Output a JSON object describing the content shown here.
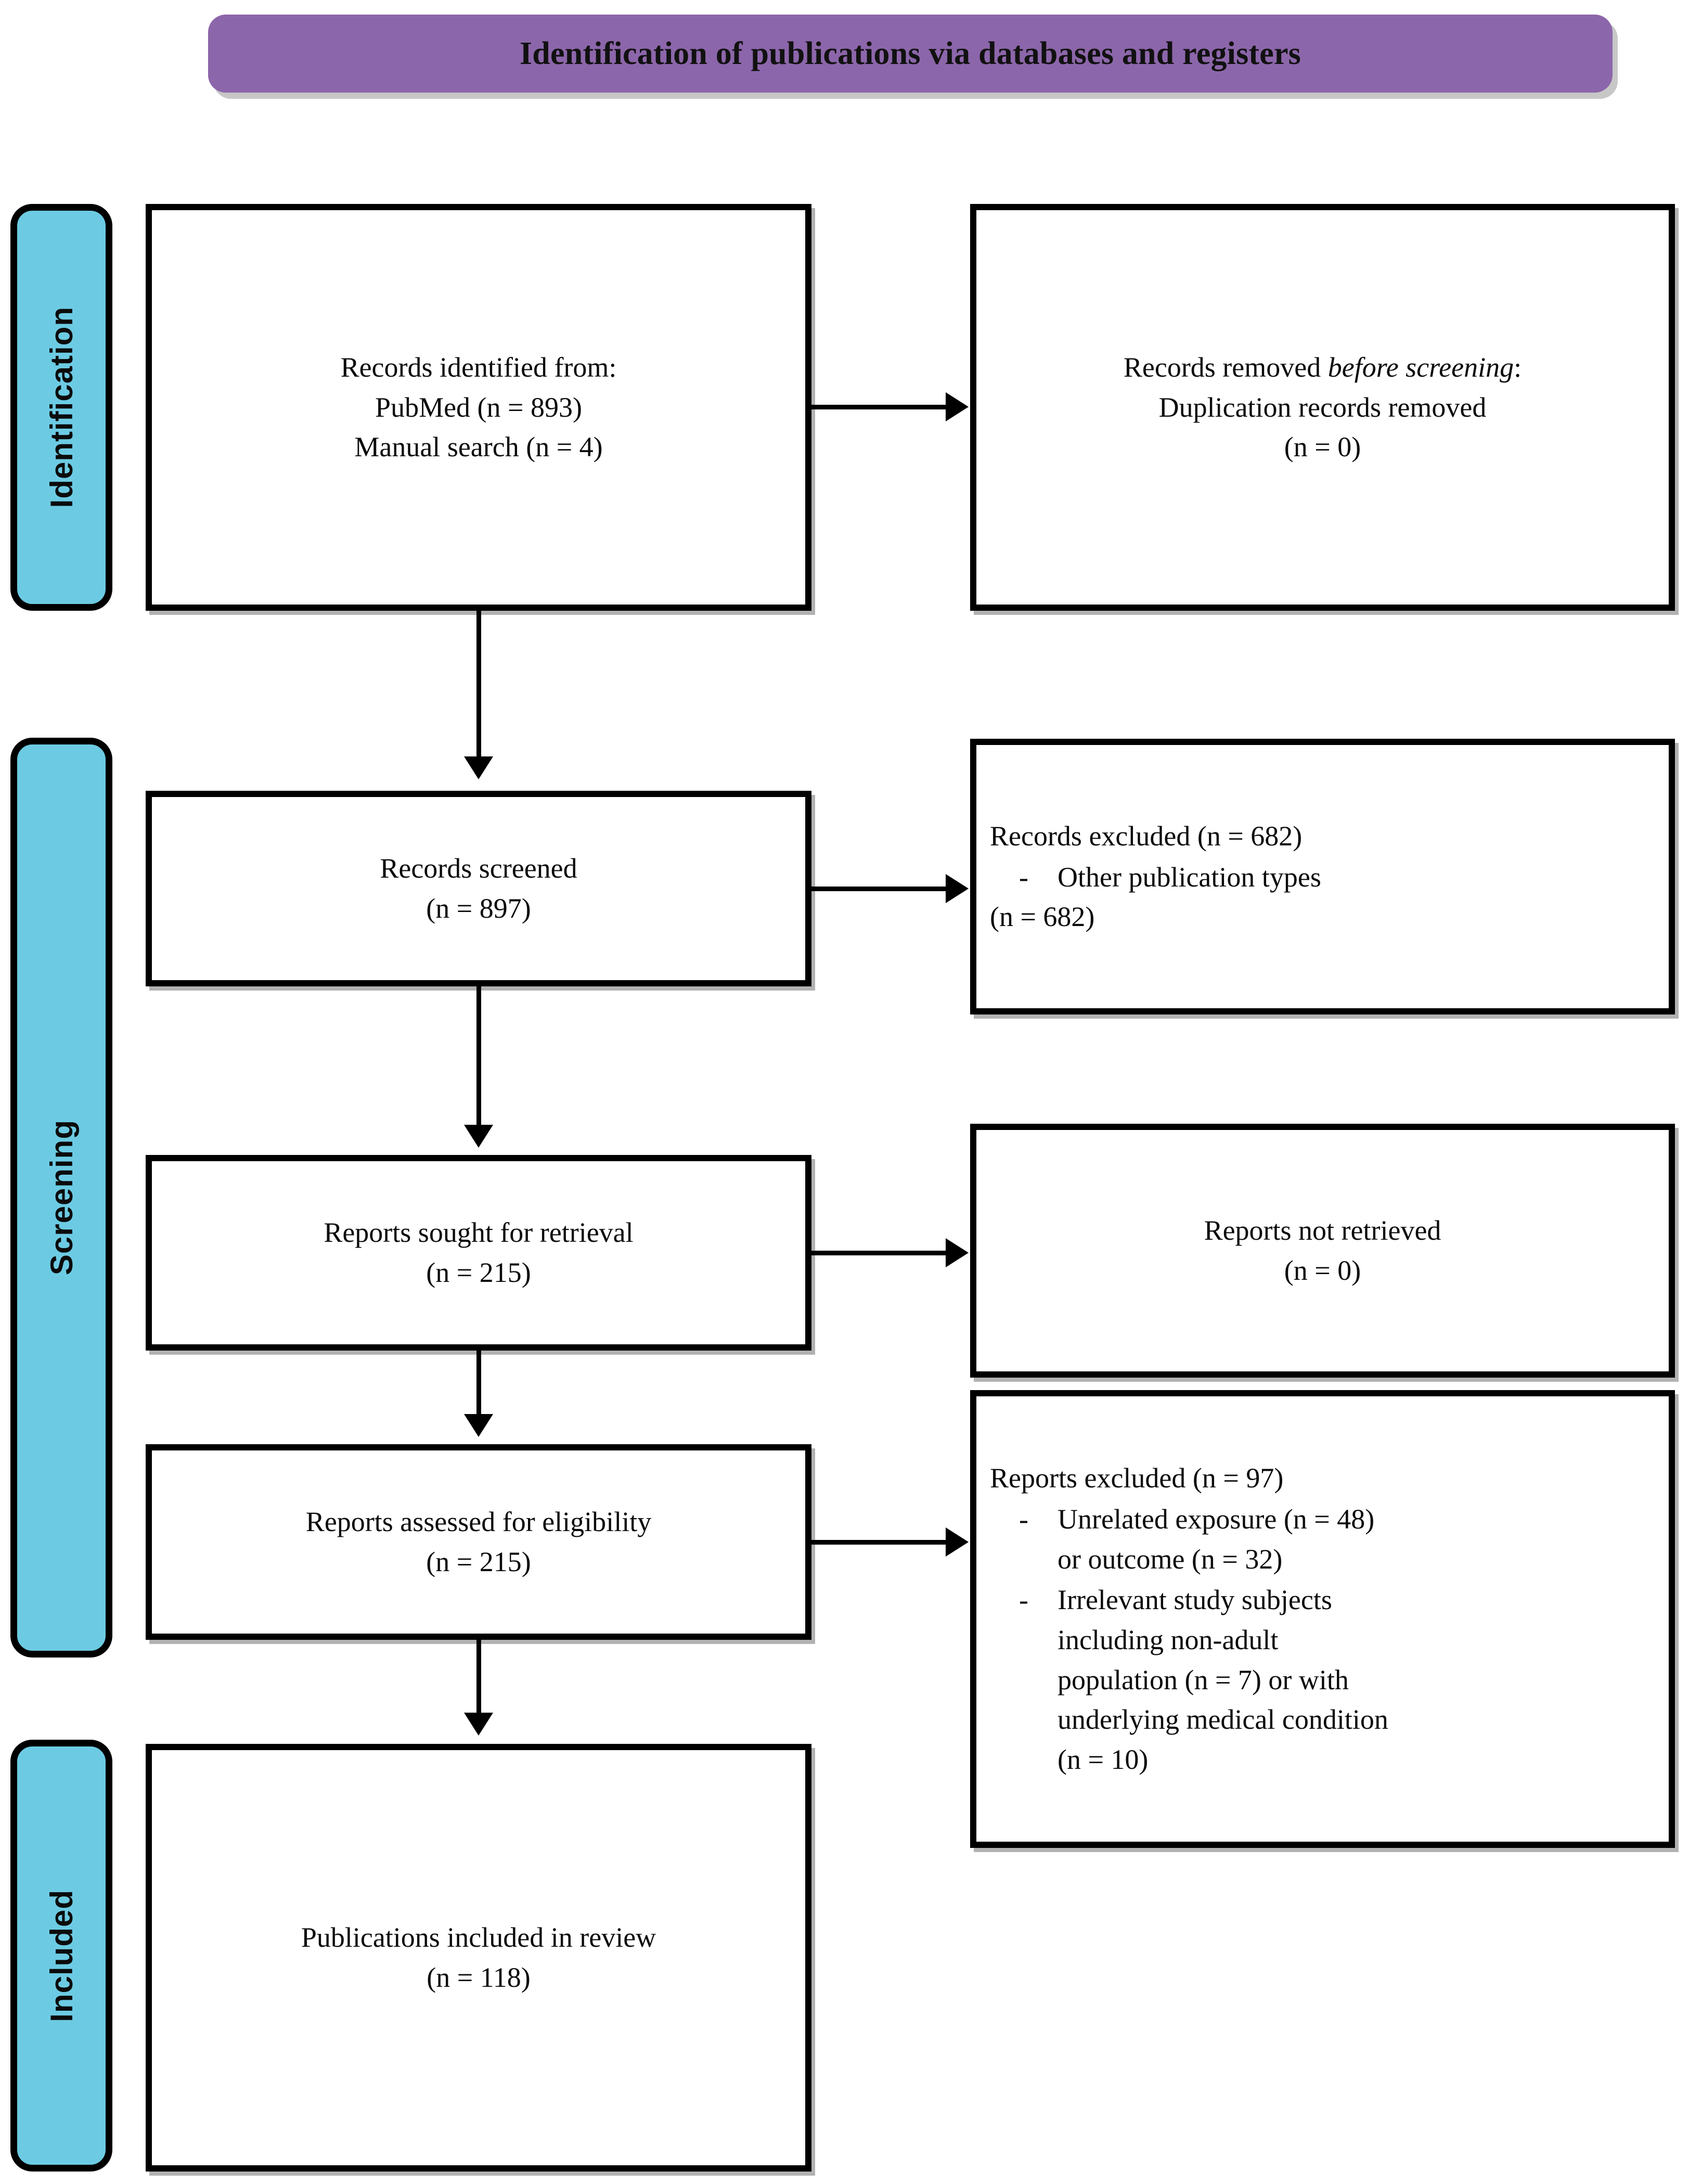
{
  "header": {
    "title": "Identification of publications via databases and registers",
    "banner_color": "#8c66aa"
  },
  "stages": {
    "accent_color": "#6ccbe3",
    "items": [
      {
        "id": "identification",
        "label": "Identification"
      },
      {
        "id": "screening",
        "label": "Screening"
      },
      {
        "id": "included",
        "label": "Included"
      }
    ]
  },
  "boxes": {
    "records_identified": {
      "line1": "Records identified from:",
      "line2": "PubMed (n = 893)",
      "line3": "Manual search (n = 4)"
    },
    "records_removed": {
      "line1_a": "Records removed ",
      "line1_b": "before screening",
      "line1_c": ":",
      "line2": "Duplication records removed",
      "line3": "(n = 0)"
    },
    "records_screened": {
      "line1": "Records screened",
      "line2": "(n = 897)"
    },
    "records_excluded": {
      "heading": "Records excluded (n = 682)",
      "bullet_mark": "-",
      "bullet1": "Other publication types",
      "bullet1_count": "(n = 682)"
    },
    "reports_sought": {
      "line1": "Reports sought for retrieval",
      "line2": "(n = 215)"
    },
    "reports_not_retrieved": {
      "line1": "Reports not retrieved",
      "line2": "(n = 0)"
    },
    "reports_assessed": {
      "line1": "Reports assessed for eligibility",
      "line2": "(n = 215)"
    },
    "reports_excluded": {
      "heading": "Reports excluded (n = 97)",
      "bullet_mark": "-",
      "bullet1_line1": "Unrelated exposure (n = 48)",
      "bullet1_line2": "or outcome (n = 32)",
      "bullet2_line1": "Irrelevant study subjects",
      "bullet2_line2": "including non-adult",
      "bullet2_line3": "population (n = 7) or with",
      "bullet2_line4": "underlying medical condition",
      "bullet2_line5": "(n = 10)"
    },
    "publications_included": {
      "line1": "Publications included in review",
      "line2": "(n = 118)"
    }
  },
  "chart_data": {
    "type": "diagram",
    "title": "Identification of publications via databases and registers",
    "nodes": [
      {
        "stage": "Identification",
        "label": "Records identified from: PubMed (n = 893); Manual search (n = 4)",
        "n": 897
      },
      {
        "stage": "Identification",
        "label": "Records removed before screening: Duplication records removed (n = 0)",
        "n": 0
      },
      {
        "stage": "Screening",
        "label": "Records screened",
        "n": 897
      },
      {
        "stage": "Screening",
        "label": "Records excluded - Other publication types",
        "n": 682
      },
      {
        "stage": "Screening",
        "label": "Reports sought for retrieval",
        "n": 215
      },
      {
        "stage": "Screening",
        "label": "Reports not retrieved",
        "n": 0
      },
      {
        "stage": "Screening",
        "label": "Reports assessed for eligibility",
        "n": 215
      },
      {
        "stage": "Screening",
        "label": "Reports excluded",
        "n": 97
      },
      {
        "stage": "Included",
        "label": "Publications included in review",
        "n": 118
      }
    ],
    "exclusion_breakdown": [
      {
        "reason": "Other publication types",
        "n": 682
      },
      {
        "reason": "Unrelated exposure",
        "n": 48
      },
      {
        "reason": "Unrelated outcome",
        "n": 32
      },
      {
        "reason": "Irrelevant study subjects: non-adult population",
        "n": 7
      },
      {
        "reason": "Irrelevant study subjects: underlying medical condition",
        "n": 10
      }
    ]
  }
}
